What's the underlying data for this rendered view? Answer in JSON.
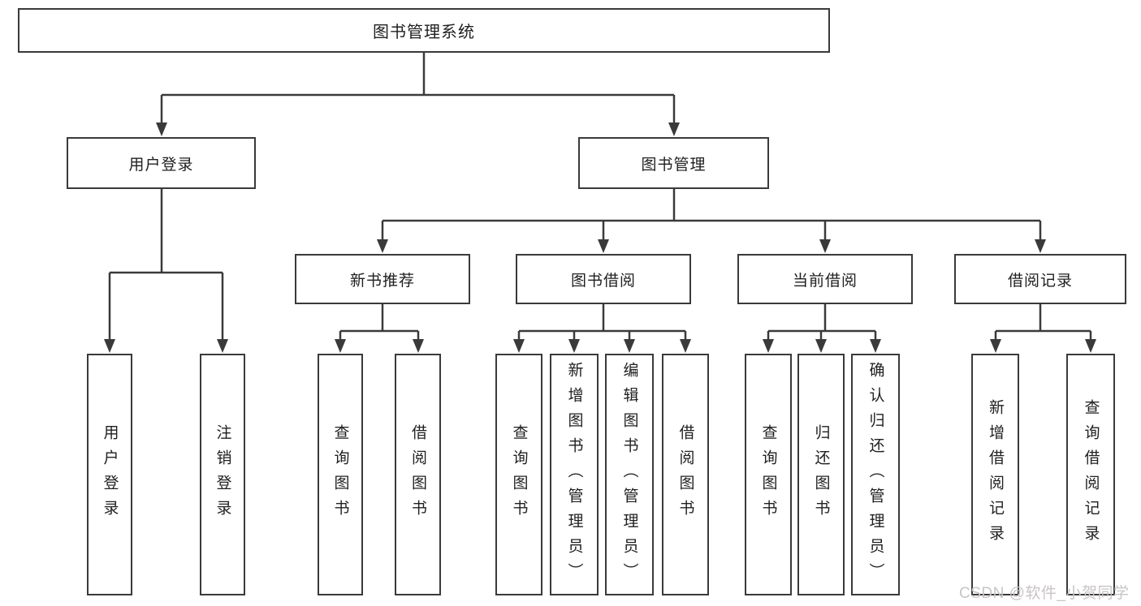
{
  "page": {
    "background": "#ffffff",
    "line_color": "#3a3a3a",
    "box_fill": "#ffffff",
    "text_color": "#1f1f1f"
  },
  "tree": {
    "root": {
      "label": "图书管理系统",
      "children": [
        {
          "label": "用户登录",
          "children": [
            {
              "label": "用户登录"
            },
            {
              "label": "注销登录"
            }
          ]
        },
        {
          "label": "图书管理",
          "children": [
            {
              "label": "新书推荐",
              "children": [
                {
                  "label": "查询图书"
                },
                {
                  "label": "借阅图书"
                }
              ]
            },
            {
              "label": "图书借阅",
              "children": [
                {
                  "label": "查询图书"
                },
                {
                  "label": "新增图书（管理员）"
                },
                {
                  "label": "编辑图书（管理员）"
                },
                {
                  "label": "借阅图书"
                }
              ]
            },
            {
              "label": "当前借阅",
              "children": [
                {
                  "label": "查询图书"
                },
                {
                  "label": "归还图书"
                },
                {
                  "label": "确认归还（管理员）"
                }
              ]
            },
            {
              "label": "借阅记录",
              "children": [
                {
                  "label": "新增借阅记录"
                },
                {
                  "label": "查询借阅记录"
                }
              ]
            }
          ]
        }
      ]
    }
  },
  "watermark": {
    "text": "CSDN @软件_小贺同学",
    "color": "#c8c5c4"
  }
}
